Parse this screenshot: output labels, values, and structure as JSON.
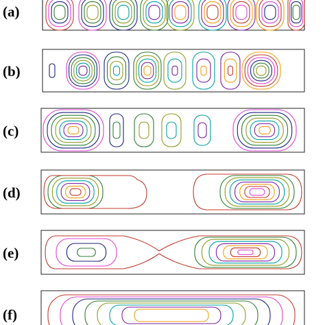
{
  "figure": {
    "panels": [
      {
        "id": "a",
        "label": "(a)"
      },
      {
        "id": "b",
        "label": "(b)"
      },
      {
        "id": "c",
        "label": "(c)"
      },
      {
        "id": "d",
        "label": "(d)"
      },
      {
        "id": "e",
        "label": "(e)"
      },
      {
        "id": "f",
        "label": "(f)"
      }
    ],
    "colors": {
      "frame": "#222222",
      "contours": [
        "#c0392b",
        "#e040d0",
        "#1a237e",
        "#2e7d32",
        "#8e9a1f",
        "#00a0a0",
        "#7b1fa2",
        "#f39c12"
      ]
    }
  }
}
